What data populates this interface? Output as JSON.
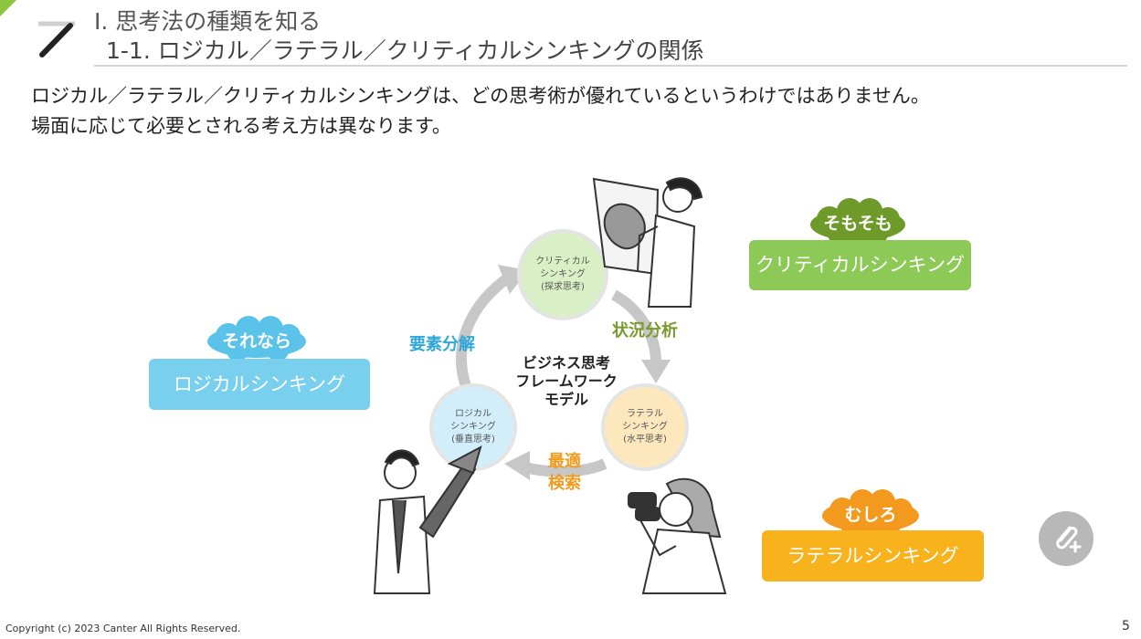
{
  "header": {
    "section_title": "I. 思考法の種類を知る",
    "slide_title": "1-1. ロジカル／ラテラル／クリティカルシンキングの関係"
  },
  "lead": {
    "line1": "ロジカル／ラテラル／クリティカルシンキングは、どの思考術が優れているというわけではありません。",
    "line2": "場面に応じて必要とされる考え方は異なります。"
  },
  "diagram": {
    "center": [
      "ビジネス思考",
      "フレームワーク",
      "モデル"
    ],
    "critical": [
      "クリティカル",
      "シンキング",
      "(探求思考)"
    ],
    "logical": [
      "ロジカル",
      "シンキング",
      "(垂直思考)"
    ],
    "lateral": [
      "ラテラル",
      "シンキング",
      "(水平思考)"
    ],
    "arrow_labels": {
      "decompose": "要素分解",
      "situation": "状況分析",
      "optimal": [
        "最適",
        "検索"
      ]
    }
  },
  "tags": {
    "logical": {
      "cloud": "それなら",
      "pill": "ロジカルシンキング"
    },
    "critical": {
      "cloud": "そもそも",
      "pill": "クリティカルシンキング"
    },
    "lateral": {
      "cloud": "むしろ",
      "pill": "ラテラルシンキング"
    }
  },
  "footer": {
    "copyright": "Copyright (c) 2023 Canter All Rights Reserved.",
    "page_number": "5"
  },
  "icons": {
    "fab": "paperclip-add-icon"
  },
  "colors": {
    "accent_green": "#8cc63f",
    "logical_blue": "#79cfee",
    "critical_green": "#8cc956",
    "lateral_orange": "#f7b21c",
    "label_blue": "#2fa7d8",
    "label_green": "#7a9a2e",
    "label_orange": "#ef9b1c"
  }
}
